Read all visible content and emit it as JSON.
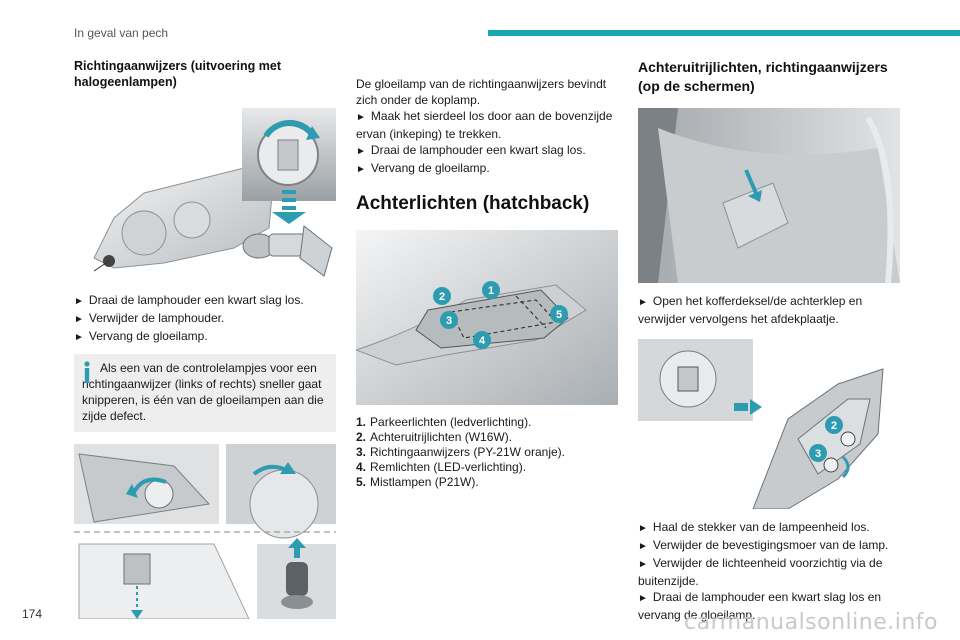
{
  "header": {
    "section_title": "In geval van pech",
    "accent_color": "#1aa7b3"
  },
  "page_number": "174",
  "watermark": "carmanualsonline.info",
  "col1": {
    "heading": "Richtingaanwijzers (uitvoering met halogeenlampen)",
    "steps": [
      "Draai de lamphouder een kwart slag los.",
      "Verwijder de lamphouder.",
      "Vervang de gloeilamp."
    ],
    "info_icon": "info-icon",
    "info_text": "Als een van de controlelampjes voor een richtingaanwijzer (links of rechts) sneller gaat knipperen, is één van de gloeilampen aan die zijde defect."
  },
  "col2": {
    "intro": "De gloeilamp van de richtingaanwijzers bevindt zich onder de koplamp.",
    "steps": [
      "Maak het sierdeel los door aan de bovenzijde ervan (inkeping) te trekken.",
      "Draai de lamphouder een kwart slag los.",
      "Vervang de gloeilamp."
    ],
    "section_heading": "Achterlichten (hatchback)",
    "callouts": [
      "1",
      "2",
      "3",
      "4",
      "5"
    ],
    "legend": [
      {
        "num": "1.",
        "text": "Parkeerlichten (ledverlichting)."
      },
      {
        "num": "2.",
        "text": "Achteruitrijlichten (W16W)."
      },
      {
        "num": "3.",
        "text": "Richtingaanwijzers (PY-21W oranje)."
      },
      {
        "num": "4.",
        "text": "Remlichten (LED-verlichting)."
      },
      {
        "num": "5.",
        "text": "Mistlampen (P21W)."
      }
    ]
  },
  "col3": {
    "heading": "Achteruitrijlichten, richtingaanwijzers (op de schermen)",
    "step1": "Open het kofferdeksel/de achterklep en verwijder vervolgens het afdekplaatje.",
    "callouts": [
      "2",
      "3"
    ],
    "steps": [
      "Haal de stekker van de lampeenheid los.",
      "Verwijder de bevestigingsmoer van de lamp.",
      "Verwijder de lichteenheid voorzichtig via de buitenzijde.",
      "Draai de lamphouder een kwart slag los en vervang de gloeilamp."
    ]
  },
  "bullet_glyph": "►",
  "callout_color": "#2e9cb0"
}
